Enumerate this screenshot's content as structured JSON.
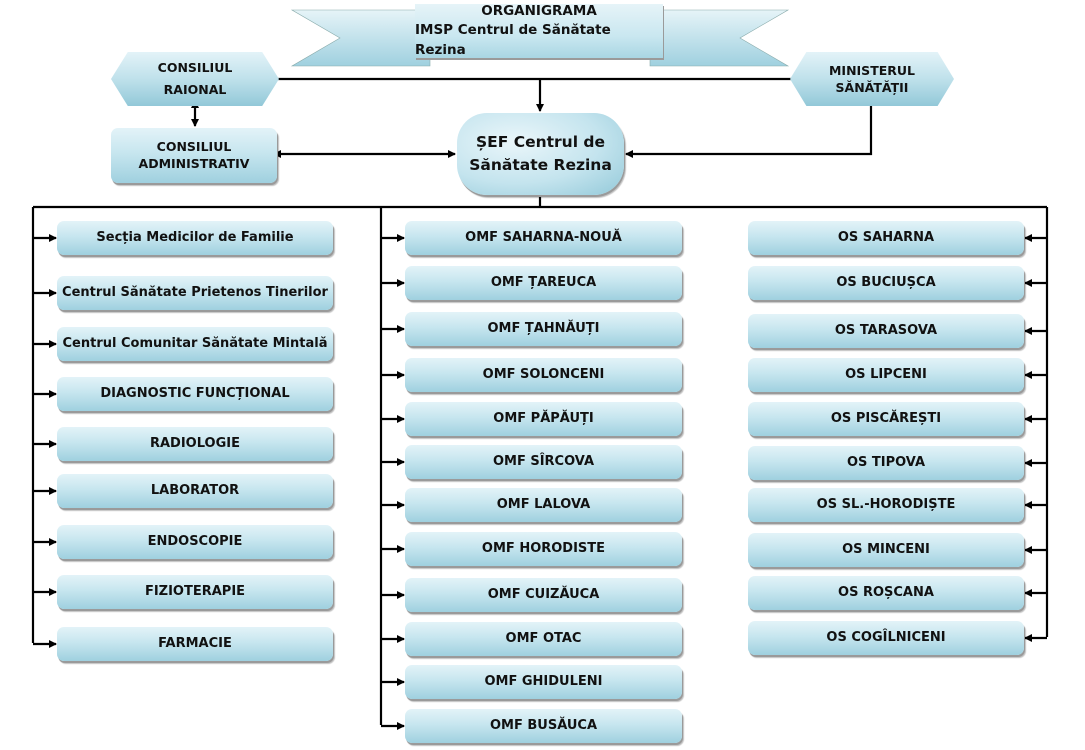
{
  "title": {
    "line1": "ORGANIGRAMA",
    "line2": "IMSP Centrul de Sănătate Rezina"
  },
  "consiliul_raional": {
    "line1": "CONSILIUL",
    "line2": "RAIONAL"
  },
  "ministerul": {
    "line1": "MINISTERUL",
    "line2": "SĂNĂTĂȚII"
  },
  "consiliul_administrativ": {
    "line1": "CONSILIUL",
    "line2": "ADMINISTRATIV"
  },
  "chief": {
    "line1": "ȘEF Centrul de",
    "line2": "Sănătate Rezina"
  },
  "departments": [
    "Secția Medicilor de Familie",
    "Centrul Sănătate Prietenos Tinerilor",
    "Centrul Comunitar Sănătate Mintală",
    "DIAGNOSTIC FUNCȚIONAL",
    "RADIOLOGIE",
    "LABORATOR",
    "ENDOSCOPIE",
    "FIZIOTERAPIE",
    "FARMACIE"
  ],
  "omf_offices": [
    "OMF SAHARNA-NOUĂ",
    "OMF ȚAREUCA",
    "OMF ȚAHNĂUȚI",
    "OMF SOLONCENI",
    "OMF PĂPĂUȚI",
    "OMF SÎRCOVA",
    "OMF LALOVA",
    "OMF HORODISTE",
    "OMF CUIZĂUCA",
    "OMF OTAC",
    "OMF GHIDULENI",
    "OMF BUSĂUCA"
  ],
  "os_offices": [
    "OS SAHARNA",
    "OS BUCIUȘCA",
    "OS TARASOVA",
    "OS LIPCENI",
    "OS PISCĂREȘTI",
    "OS TIPOVA",
    "OS SL.-HORODIȘTE",
    "OS MINCENI",
    "OS ROȘCANA",
    "OS COGÎLNICENI"
  ],
  "colors": {
    "box_light": "#e3f3f8",
    "box_dark": "#9fd0df",
    "line": "#000000"
  }
}
